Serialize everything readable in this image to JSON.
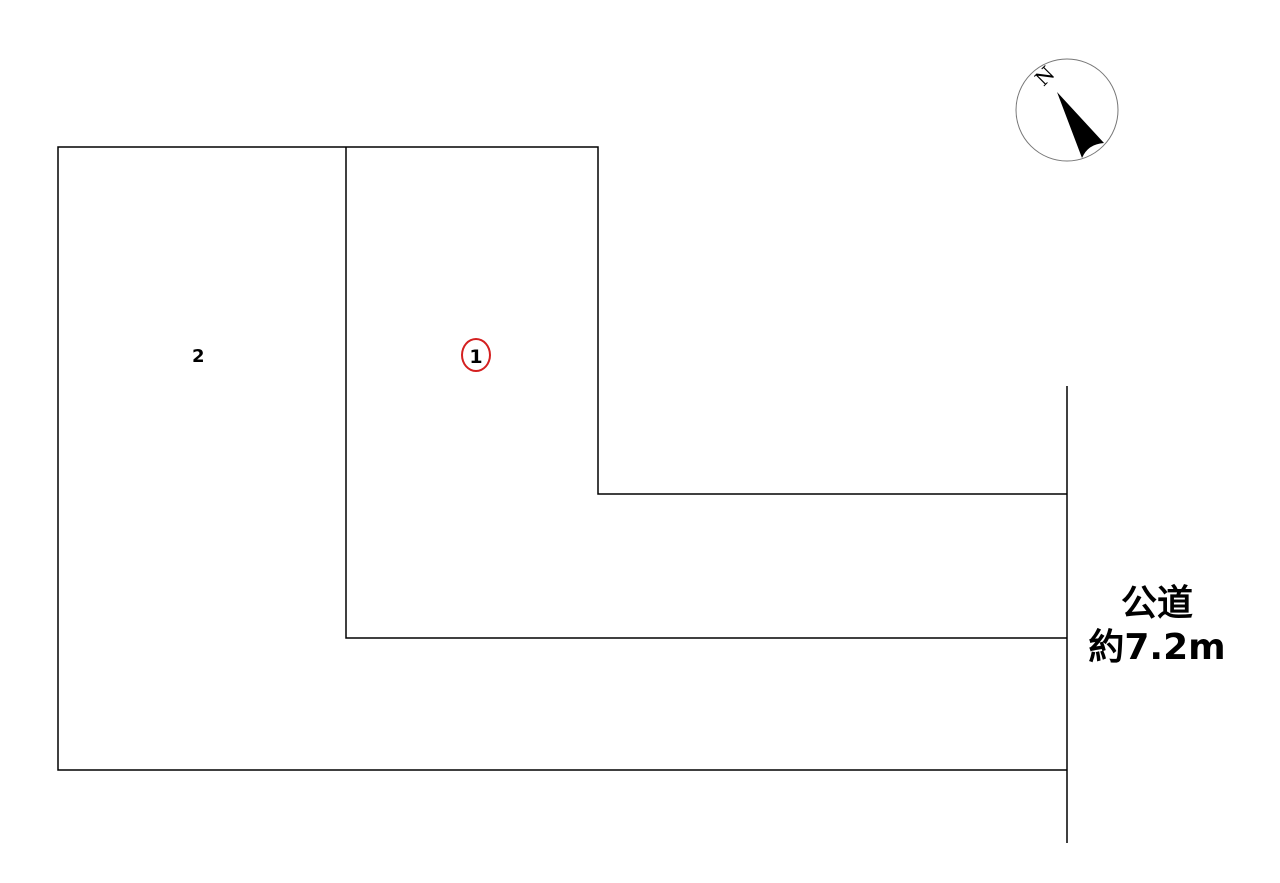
{
  "lots": [
    {
      "label": "2"
    },
    {
      "label": "1",
      "highlight_color": "#d42020"
    }
  ],
  "road": {
    "name": "公道",
    "width": "約7.2m"
  },
  "compass": {
    "north_label": "N"
  }
}
